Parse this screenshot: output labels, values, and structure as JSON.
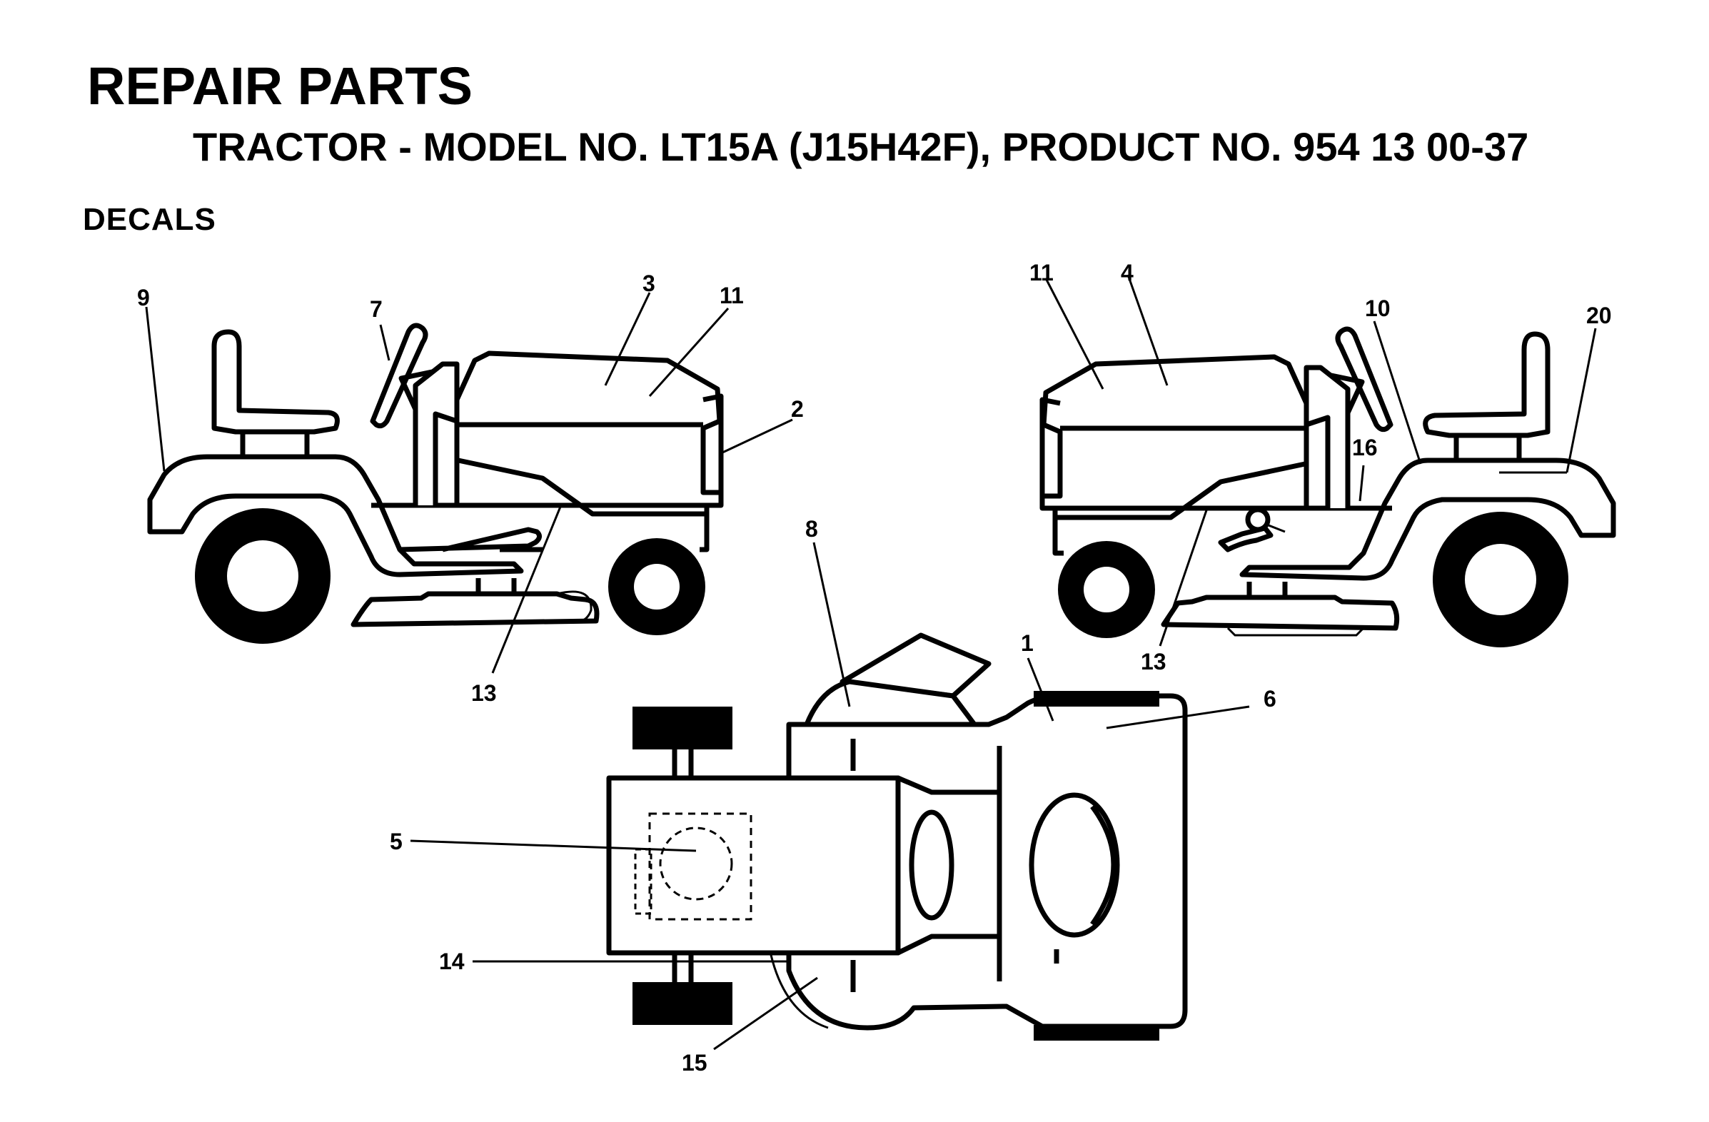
{
  "header": {
    "title": "REPAIR PARTS",
    "subtitle": "TRACTOR - MODEL NO. LT15A (J15H42F), PRODUCT NO. 954 13 00-37",
    "section": "DECALS"
  },
  "callouts": {
    "left_view": [
      "9",
      "7",
      "3",
      "11",
      "2",
      "13"
    ],
    "right_view": [
      "11",
      "4",
      "10",
      "20",
      "16",
      "13"
    ],
    "top_view": [
      "8",
      "1",
      "6",
      "5",
      "14",
      "15"
    ]
  }
}
